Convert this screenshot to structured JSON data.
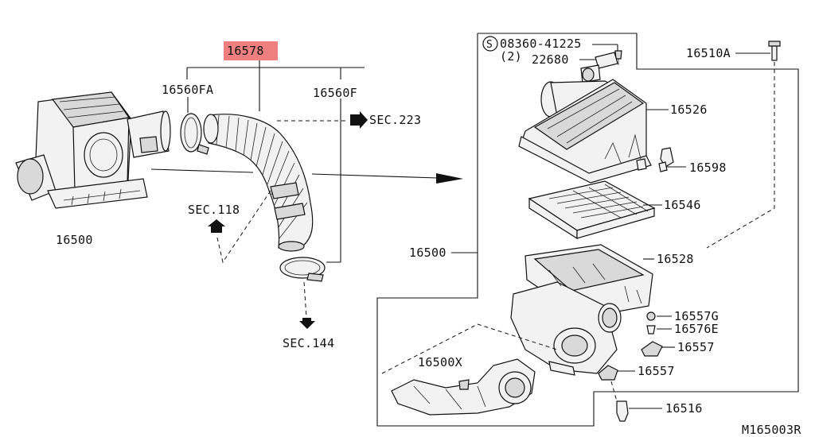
{
  "diagram": {
    "highlight_color": "#f08080",
    "labels": {
      "p16578": "16578",
      "p16560FA": "16560FA",
      "p16560F": "16560F",
      "sec223": "SEC.223",
      "sec118": "SEC.118",
      "sec144": "SEC.144",
      "p16500_left": "16500",
      "p16500_right": "16500",
      "screw_s": "S",
      "screw_code": "08360-41225",
      "screw_qty": "(2)",
      "p22680": "22680",
      "p16510A": "16510A",
      "p16526": "16526",
      "p16598": "16598",
      "p16546": "16546",
      "p16528": "16528",
      "p16557G": "16557G",
      "p16576E": "16576E",
      "p16557_a": "16557",
      "p16557_b": "16557",
      "p16500X": "16500X",
      "p16516": "16516",
      "drawing_no": "M165003R"
    },
    "icons": {
      "arrow": "filled-arrow-icon",
      "screw": "s-circle-icon"
    }
  }
}
